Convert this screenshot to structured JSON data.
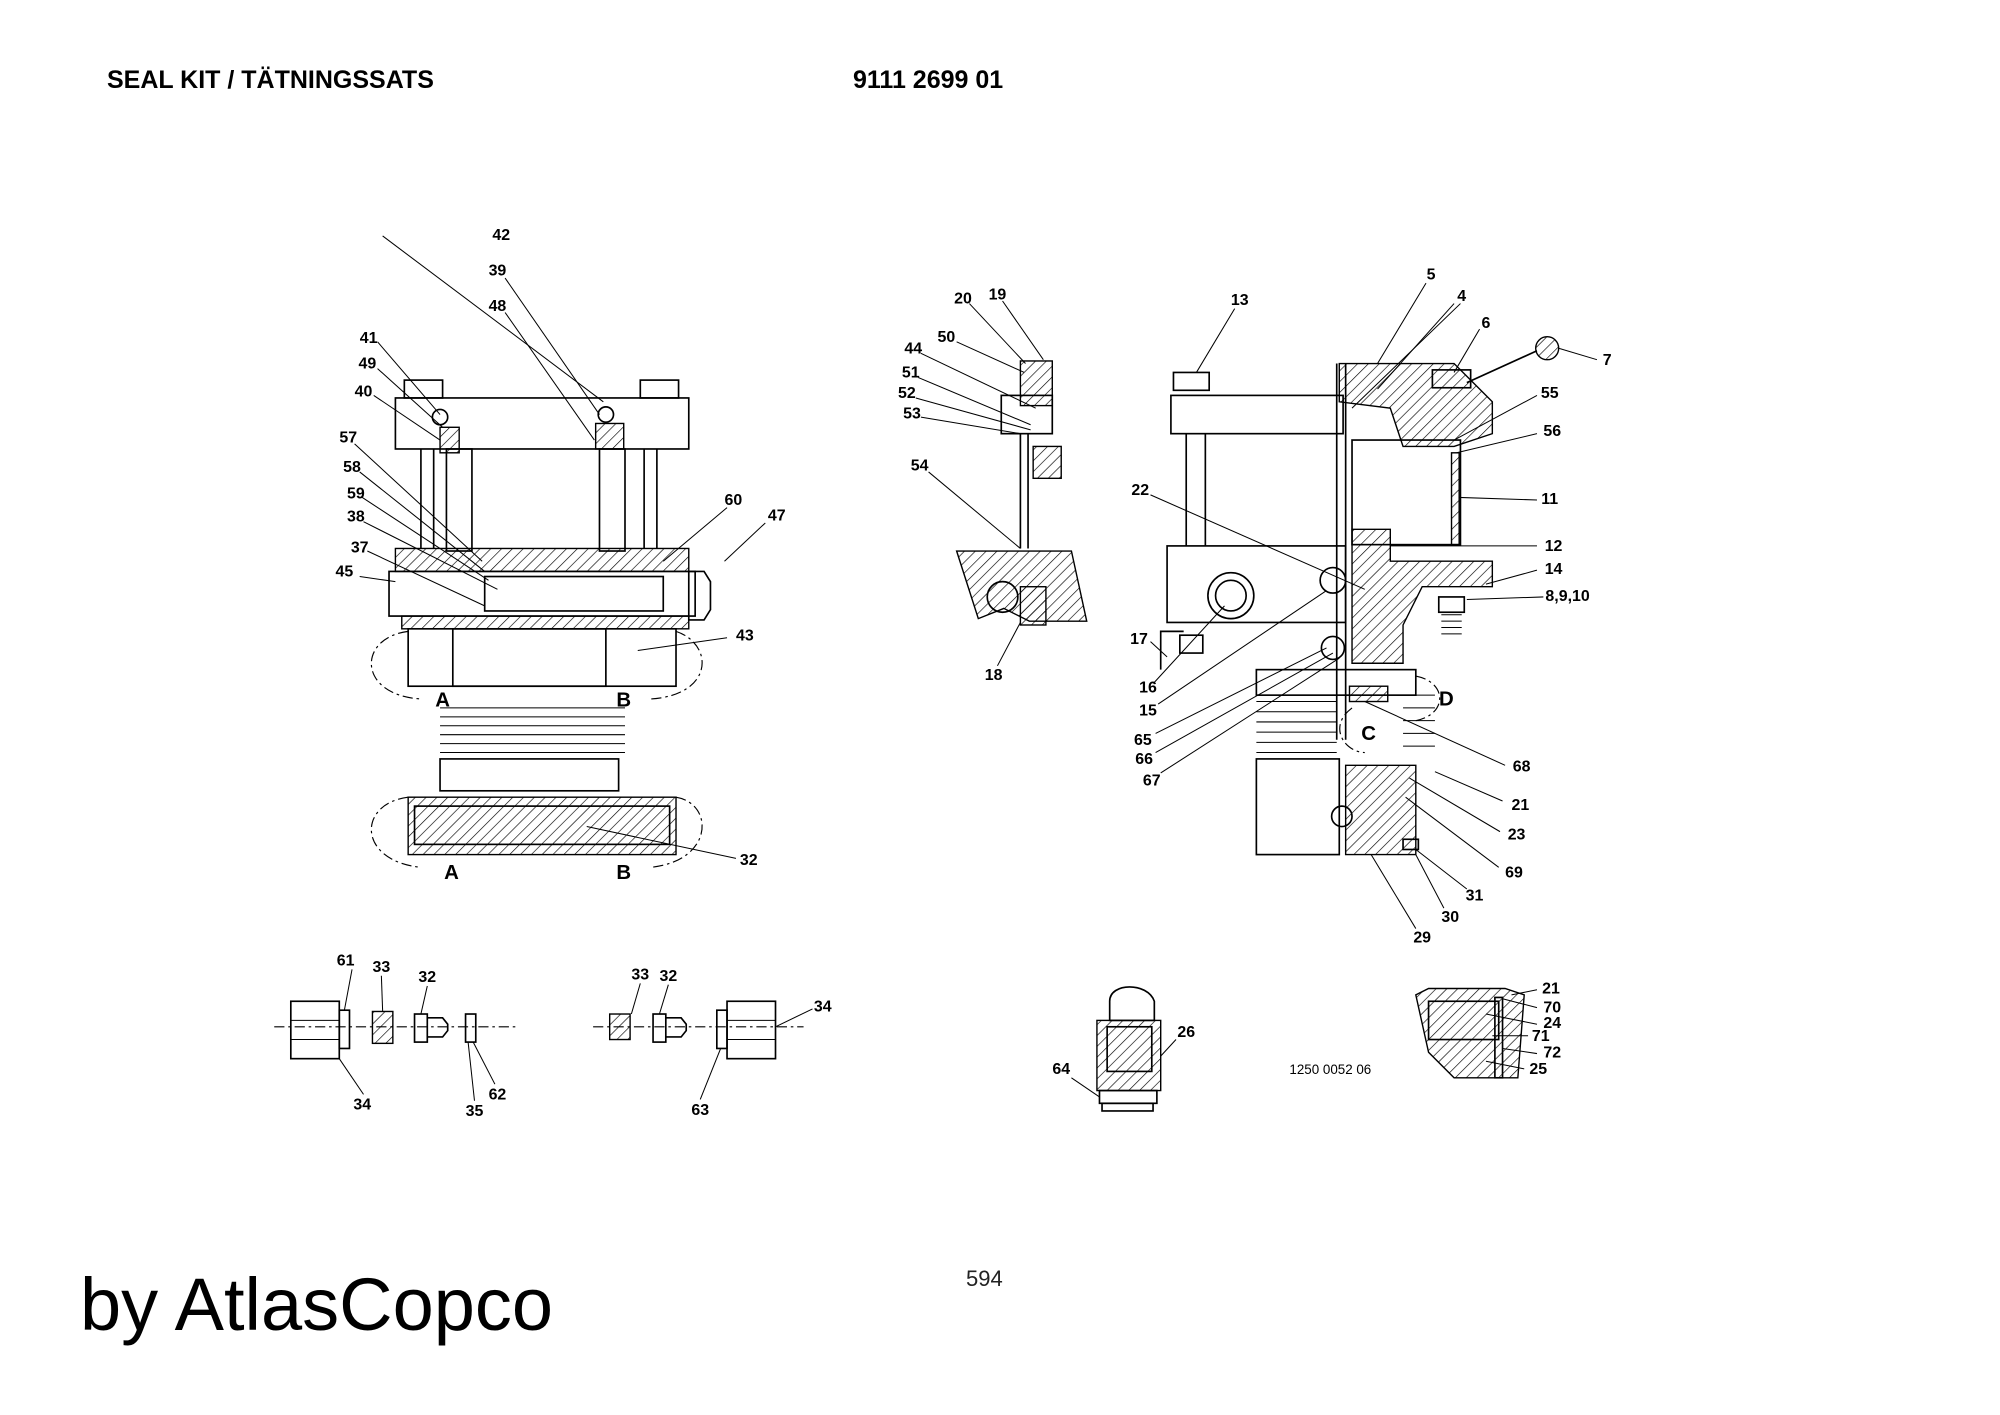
{
  "header": {
    "title": "SEAL KIT / TÄTNINGSSATS",
    "part_number": "9111 2699 01"
  },
  "footer": {
    "page_number": "594",
    "brand": "by AtlasCopco"
  },
  "drawing_reference": "1250 0052 06",
  "callouts": {
    "left_assembly": [
      "42",
      "39",
      "48",
      "41",
      "49",
      "40",
      "57",
      "58",
      "59",
      "38",
      "37",
      "45",
      "60",
      "47",
      "43",
      "32",
      "A",
      "B",
      "A",
      "B"
    ],
    "valve_detail": [
      "20",
      "19",
      "50",
      "44",
      "51",
      "52",
      "53",
      "54",
      "18"
    ],
    "right_assembly": [
      "13",
      "5",
      "4",
      "6",
      "7",
      "55",
      "56",
      "11",
      "22",
      "12",
      "14",
      "8,9,10",
      "17",
      "16",
      "15",
      "65",
      "66",
      "67",
      "68",
      "21",
      "23",
      "69",
      "31",
      "30",
      "29",
      "D",
      "C"
    ],
    "fitting_left": [
      "61",
      "33",
      "32",
      "34",
      "35",
      "62"
    ],
    "fitting_right": [
      "33",
      "32",
      "34",
      "63"
    ],
    "plug_detail": [
      "26",
      "64"
    ],
    "seal_detail": [
      "21",
      "70",
      "24",
      "71",
      "72",
      "25"
    ]
  }
}
